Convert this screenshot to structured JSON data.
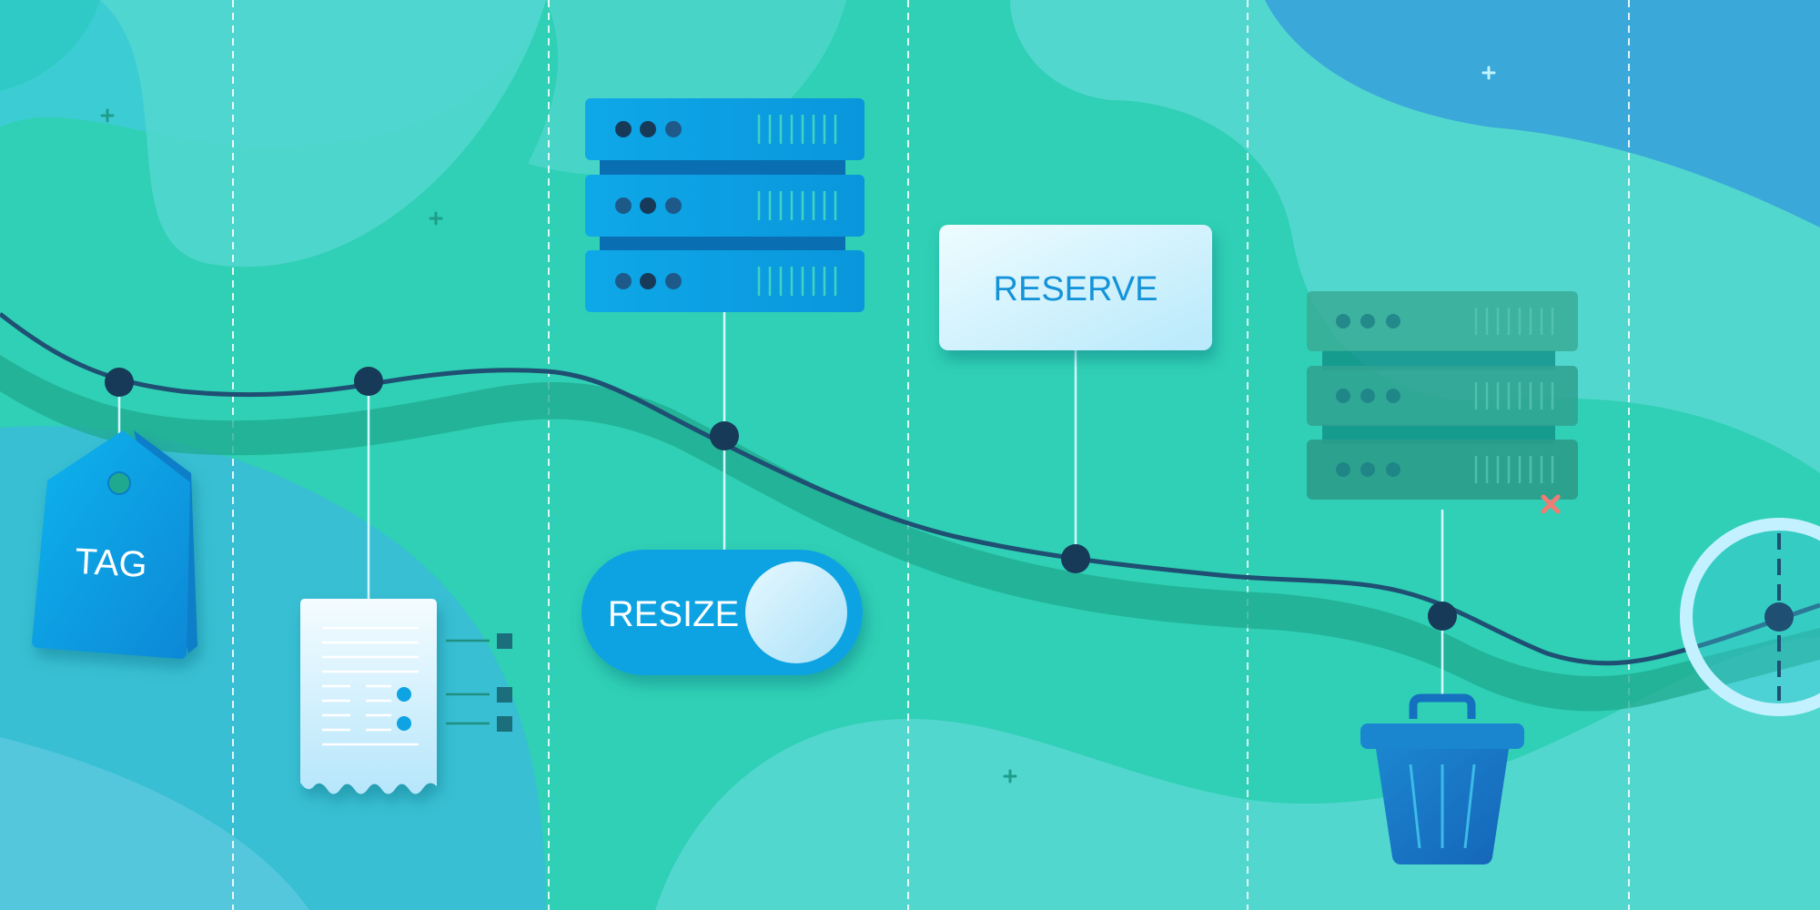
{
  "labels": {
    "tag": "TAG",
    "resize": "RESIZE",
    "reserve": "RESERVE"
  },
  "colors": {
    "background": "#2fd0b5",
    "wave_light": "#52d7cf",
    "wave_blue": "#3aa8d8",
    "timeline": "#1f4f72",
    "node": "#173a59",
    "accent_blue": "#0ea3e2",
    "card_light": "#d9f6ff",
    "delete_mark": "#f07c74"
  },
  "icons": [
    "tag-icon",
    "receipt-icon",
    "server-stack-icon",
    "toggle-switch-icon",
    "reserve-card-icon",
    "faded-server-stack-icon",
    "close-x-icon",
    "trash-can-icon",
    "clock-icon",
    "plus-sparkle-icon"
  ]
}
